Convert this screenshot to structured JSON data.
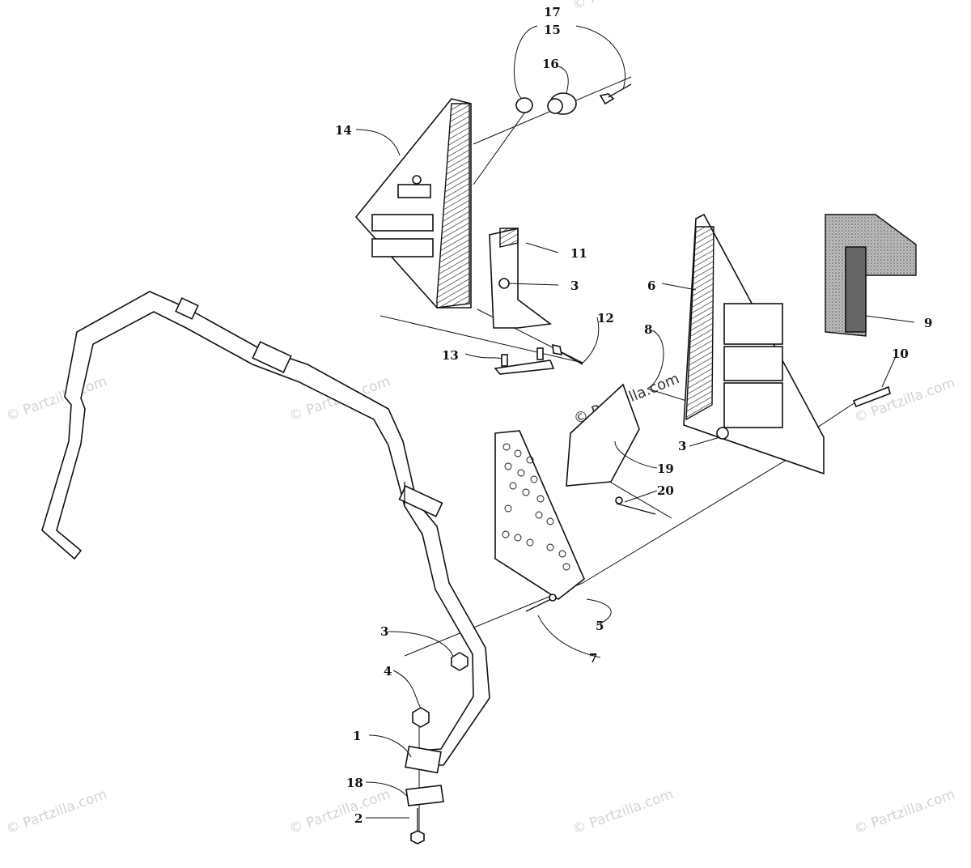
{
  "diagram": {
    "callouts": {
      "c1": "1",
      "c2": "2",
      "c3a": "3",
      "c3b": "3",
      "c3c": "3",
      "c4": "4",
      "c5": "5",
      "c6": "6",
      "c7": "7",
      "c8": "8",
      "c9": "9",
      "c10": "10",
      "c11": "11",
      "c12": "12",
      "c13": "13",
      "c14": "14",
      "c15": "15",
      "c16": "16",
      "c17": "17",
      "c18": "18",
      "c19": "19",
      "c20": "20"
    },
    "watermarks": {
      "wm1": "© Partzilla.com",
      "wm2": "© Partzilla.com",
      "wm3": "© Partzilla.com",
      "wm4": "© Partzilla.com",
      "wm5": "© Partzilla.com",
      "wm6": "© Partzilla.com",
      "wm7": "© Partzilla.com",
      "wm8": "© Partzilla.com",
      "wm_center": "© Partzilla.com"
    }
  }
}
